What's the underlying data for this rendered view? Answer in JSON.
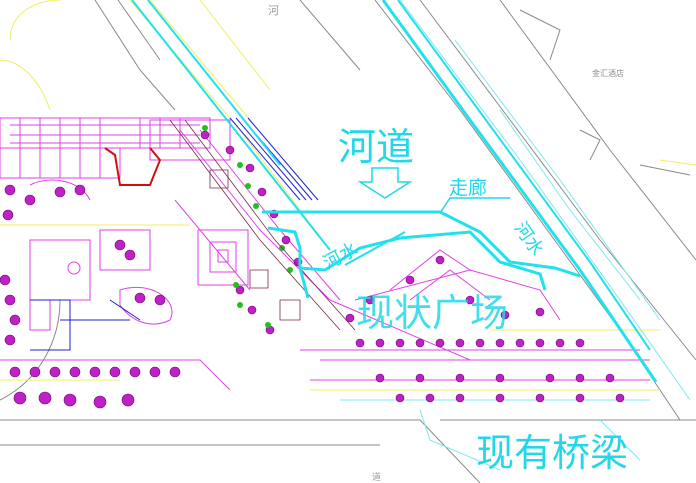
{
  "colors": {
    "background": "#ffffff",
    "river_edge": "#22e0ee",
    "paving": "#e040e8",
    "greenery": "#9c1fb5",
    "road_line": "#f0ee60",
    "structure": "#7a2a4a",
    "red_accent": "#d01010",
    "blue_accent": "#1010c0",
    "green_accent": "#20c020",
    "thin_cyan": "#7ee8f0",
    "gray_line": "#7a7a7a",
    "label_color": "#22d8e8"
  },
  "labels": {
    "river_channel": "河道",
    "corridor": "走廊",
    "river_water_left": "河水",
    "river_water_right": "河水",
    "plaza": "现状广场",
    "existing_bridge": "现有桥梁"
  },
  "faint_labels": {
    "top_road": "河",
    "bottom_road": "道",
    "hotel": "金汇酒店"
  }
}
